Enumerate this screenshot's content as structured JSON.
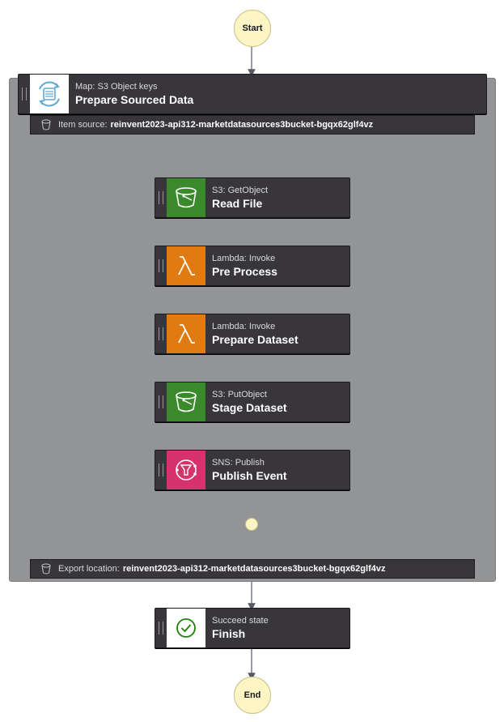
{
  "start_label": "Start",
  "end_label": "End",
  "map_state": {
    "type_label": "Map: S3 Object keys",
    "name": "Prepare Sourced Data",
    "item_source_label": "Item source:",
    "item_source_value": "reinvent2023-api312-marketdatasources3bucket-bgqx62glf4vz",
    "export_label": "Export location:",
    "export_value": "reinvent2023-api312-marketdatasources3bucket-bgqx62glf4vz"
  },
  "steps": [
    {
      "type_label": "S3: GetObject",
      "name": "Read File",
      "icon": "s3-bucket-icon",
      "color": "#3a8a2c"
    },
    {
      "type_label": "Lambda: Invoke",
      "name": "Pre Process",
      "icon": "lambda-icon",
      "color": "#e07b12"
    },
    {
      "type_label": "Lambda: Invoke",
      "name": "Prepare Dataset",
      "icon": "lambda-icon",
      "color": "#e07b12"
    },
    {
      "type_label": "S3: PutObject",
      "name": "Stage Dataset",
      "icon": "s3-bucket-icon",
      "color": "#3a8a2c"
    },
    {
      "type_label": "SNS: Publish",
      "name": "Publish Event",
      "icon": "sns-icon",
      "color": "#d6336c"
    }
  ],
  "succeed_state": {
    "type_label": "Succeed state",
    "name": "Finish",
    "icon": "check-circle-icon"
  }
}
